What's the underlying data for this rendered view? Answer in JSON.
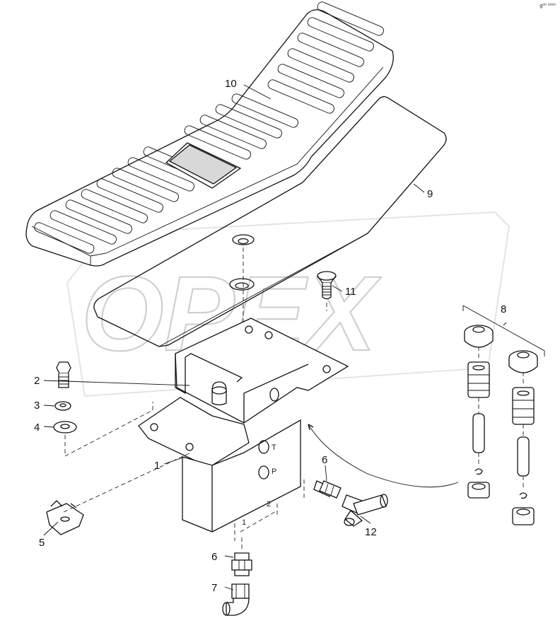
{
  "watermark": {
    "text": "OPEX"
  },
  "corner_code": "g⁰⁰ ⁰⁰⁰⁰",
  "callouts": {
    "c1": "1",
    "c2": "2",
    "c3": "3",
    "c4": "4",
    "c5": "5",
    "c6a": "6",
    "c6b": "6",
    "c7": "7",
    "c8": "8",
    "c9": "9",
    "c10": "10",
    "c11": "11",
    "c12": "12"
  },
  "port_labels": {
    "T": "T",
    "P": "P",
    "d1": "1",
    "d2": "2"
  },
  "colors": {
    "line": "#111111",
    "watermark": "#c9c9c9",
    "background": "#ffffff"
  }
}
